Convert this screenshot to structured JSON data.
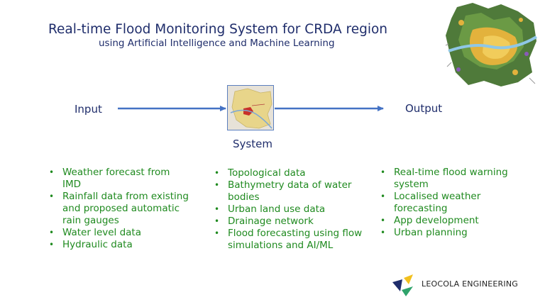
{
  "header": {
    "title": "Real-time Flood Monitoring System for CRDA region",
    "subtitle": "using Artificial Intelligence and Machine Learning"
  },
  "flow": {
    "input_label": "Input",
    "system_label": "System",
    "output_label": "Output"
  },
  "columns": {
    "input": [
      "Weather forecast from IMD",
      "Rainfall data from existing and proposed automatic rain gauges",
      "Water level data",
      "Hydraulic data"
    ],
    "system": [
      "Topological data",
      "Bathymetry data of water bodies",
      "Urban land use data",
      "Drainage network",
      "Flood forecasting using flow simulations and AI/ML"
    ],
    "output": [
      "Real-time flood warning system",
      "Localised weather forecasting",
      "App development",
      "Urban planning"
    ]
  },
  "logo": {
    "text": "LEOCOLA ENGINEERING"
  },
  "colors": {
    "title": "#1f2d6b",
    "bullets": "#1f8a1f",
    "arrow": "#4472c4"
  }
}
